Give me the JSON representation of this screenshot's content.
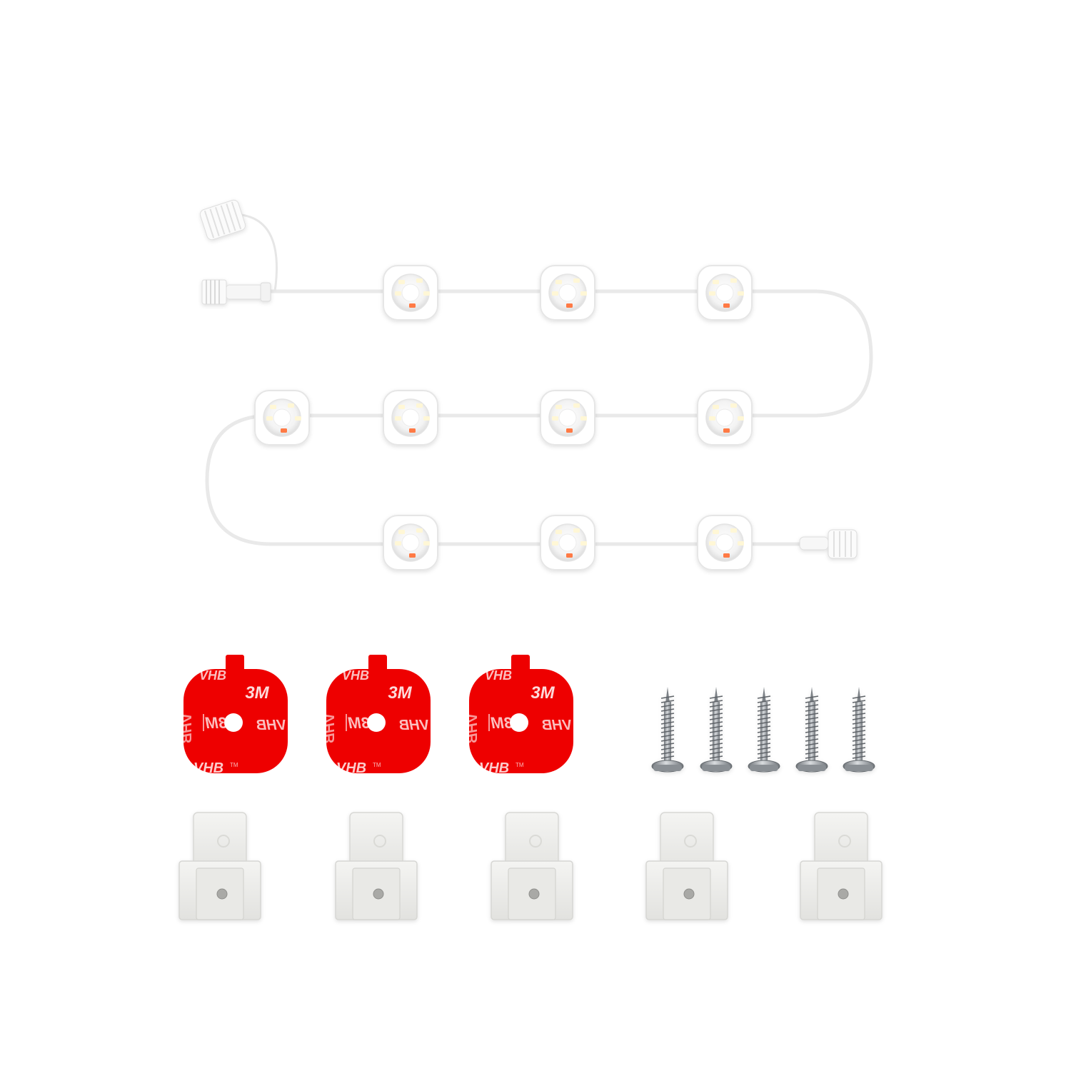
{
  "scene": {
    "description_free": true,
    "light_string": {
      "node_rows": [
        3,
        4,
        3
      ],
      "colors": {
        "cable": "#eeeeee",
        "node_body": "#ffffff",
        "node_outline": "#e6e6e6",
        "led_white": "#fff7d6",
        "led_orange": "#ff7a45"
      }
    },
    "adhesive_pads": {
      "count": 3,
      "color": "#ee0000",
      "logo_text": "3M",
      "pad_text": "VHB",
      "tm_mark": "TM"
    },
    "screws": {
      "count": 5,
      "color": "#9a9ea3"
    },
    "clips": {
      "count": 5,
      "color": "#ececea"
    }
  }
}
